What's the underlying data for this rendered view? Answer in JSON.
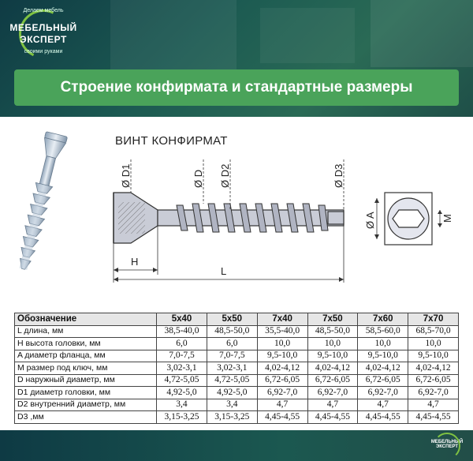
{
  "header": {
    "logo": {
      "top_text": "Делаем мебель",
      "line1": "МЕБЕЛЬНЫЙ",
      "line2": "ЭКСПЕРТ",
      "bottom_text": "своими руками"
    },
    "title": "Строение конфирмата и стандартные размеры"
  },
  "drawing": {
    "title": "ВИНТ КОНФИРМАТ",
    "labels": {
      "d1": "Ø D1",
      "d": "Ø D",
      "d2": "Ø D2",
      "d3": "Ø D3",
      "a": "Ø A",
      "m": "M",
      "h": "H",
      "l": "L"
    }
  },
  "table": {
    "headers": [
      "Обозначение",
      "5x40",
      "5x50",
      "7x40",
      "7x50",
      "7x60",
      "7x70"
    ],
    "rows": [
      {
        "label": "L длина, мм",
        "values": [
          "38,5-40,0",
          "48,5-50,0",
          "35,5-40,0",
          "48,5-50,0",
          "58,5-60,0",
          "68,5-70,0"
        ]
      },
      {
        "label": "H высота головки, мм",
        "values": [
          "6,0",
          "6,0",
          "10,0",
          "10,0",
          "10,0",
          "10,0"
        ]
      },
      {
        "label": "A диаметр фланца, мм",
        "values": [
          "7,0-7,5",
          "7,0-7,5",
          "9,5-10,0",
          "9,5-10,0",
          "9,5-10,0",
          "9,5-10,0"
        ]
      },
      {
        "label": "M размер под ключ, мм",
        "values": [
          "3,02-3,1",
          "3,02-3,1",
          "4,02-4,12",
          "4,02-4,12",
          "4,02-4,12",
          "4,02-4,12"
        ]
      },
      {
        "label": "D наружный диаметр, мм",
        "values": [
          "4,72-5,05",
          "4,72-5,05",
          "6,72-6,05",
          "6,72-6,05",
          "6,72-6,05",
          "6,72-6,05"
        ]
      },
      {
        "label": "D1 диаметр головки, мм",
        "values": [
          "4,92-5,0",
          "4,92-5,0",
          "6,92-7,0",
          "6,92-7,0",
          "6,92-7,0",
          "6,92-7,0"
        ]
      },
      {
        "label": "D2 внутренний диаметр, мм",
        "values": [
          "3,4",
          "3,4",
          "4,7",
          "4,7",
          "4,7",
          "4,7"
        ]
      },
      {
        "label": "D3 ,мм",
        "values": [
          "3,15-3,25",
          "3,15-3,25",
          "4,45-4,55",
          "4,45-4,55",
          "4,45-4,55",
          "4,45-4,55"
        ]
      }
    ]
  },
  "footer": {
    "logo_line1": "МЕБЕЛЬНЫЙ",
    "logo_line2": "ЭКСПЕРТ"
  },
  "colors": {
    "header_dark": "#0f3b44",
    "title_bar": "#4aa35a",
    "logo_accent": "#7fc242",
    "screw_metal": "#b8c8d8",
    "drawing_fill": "#c9ccd6"
  }
}
